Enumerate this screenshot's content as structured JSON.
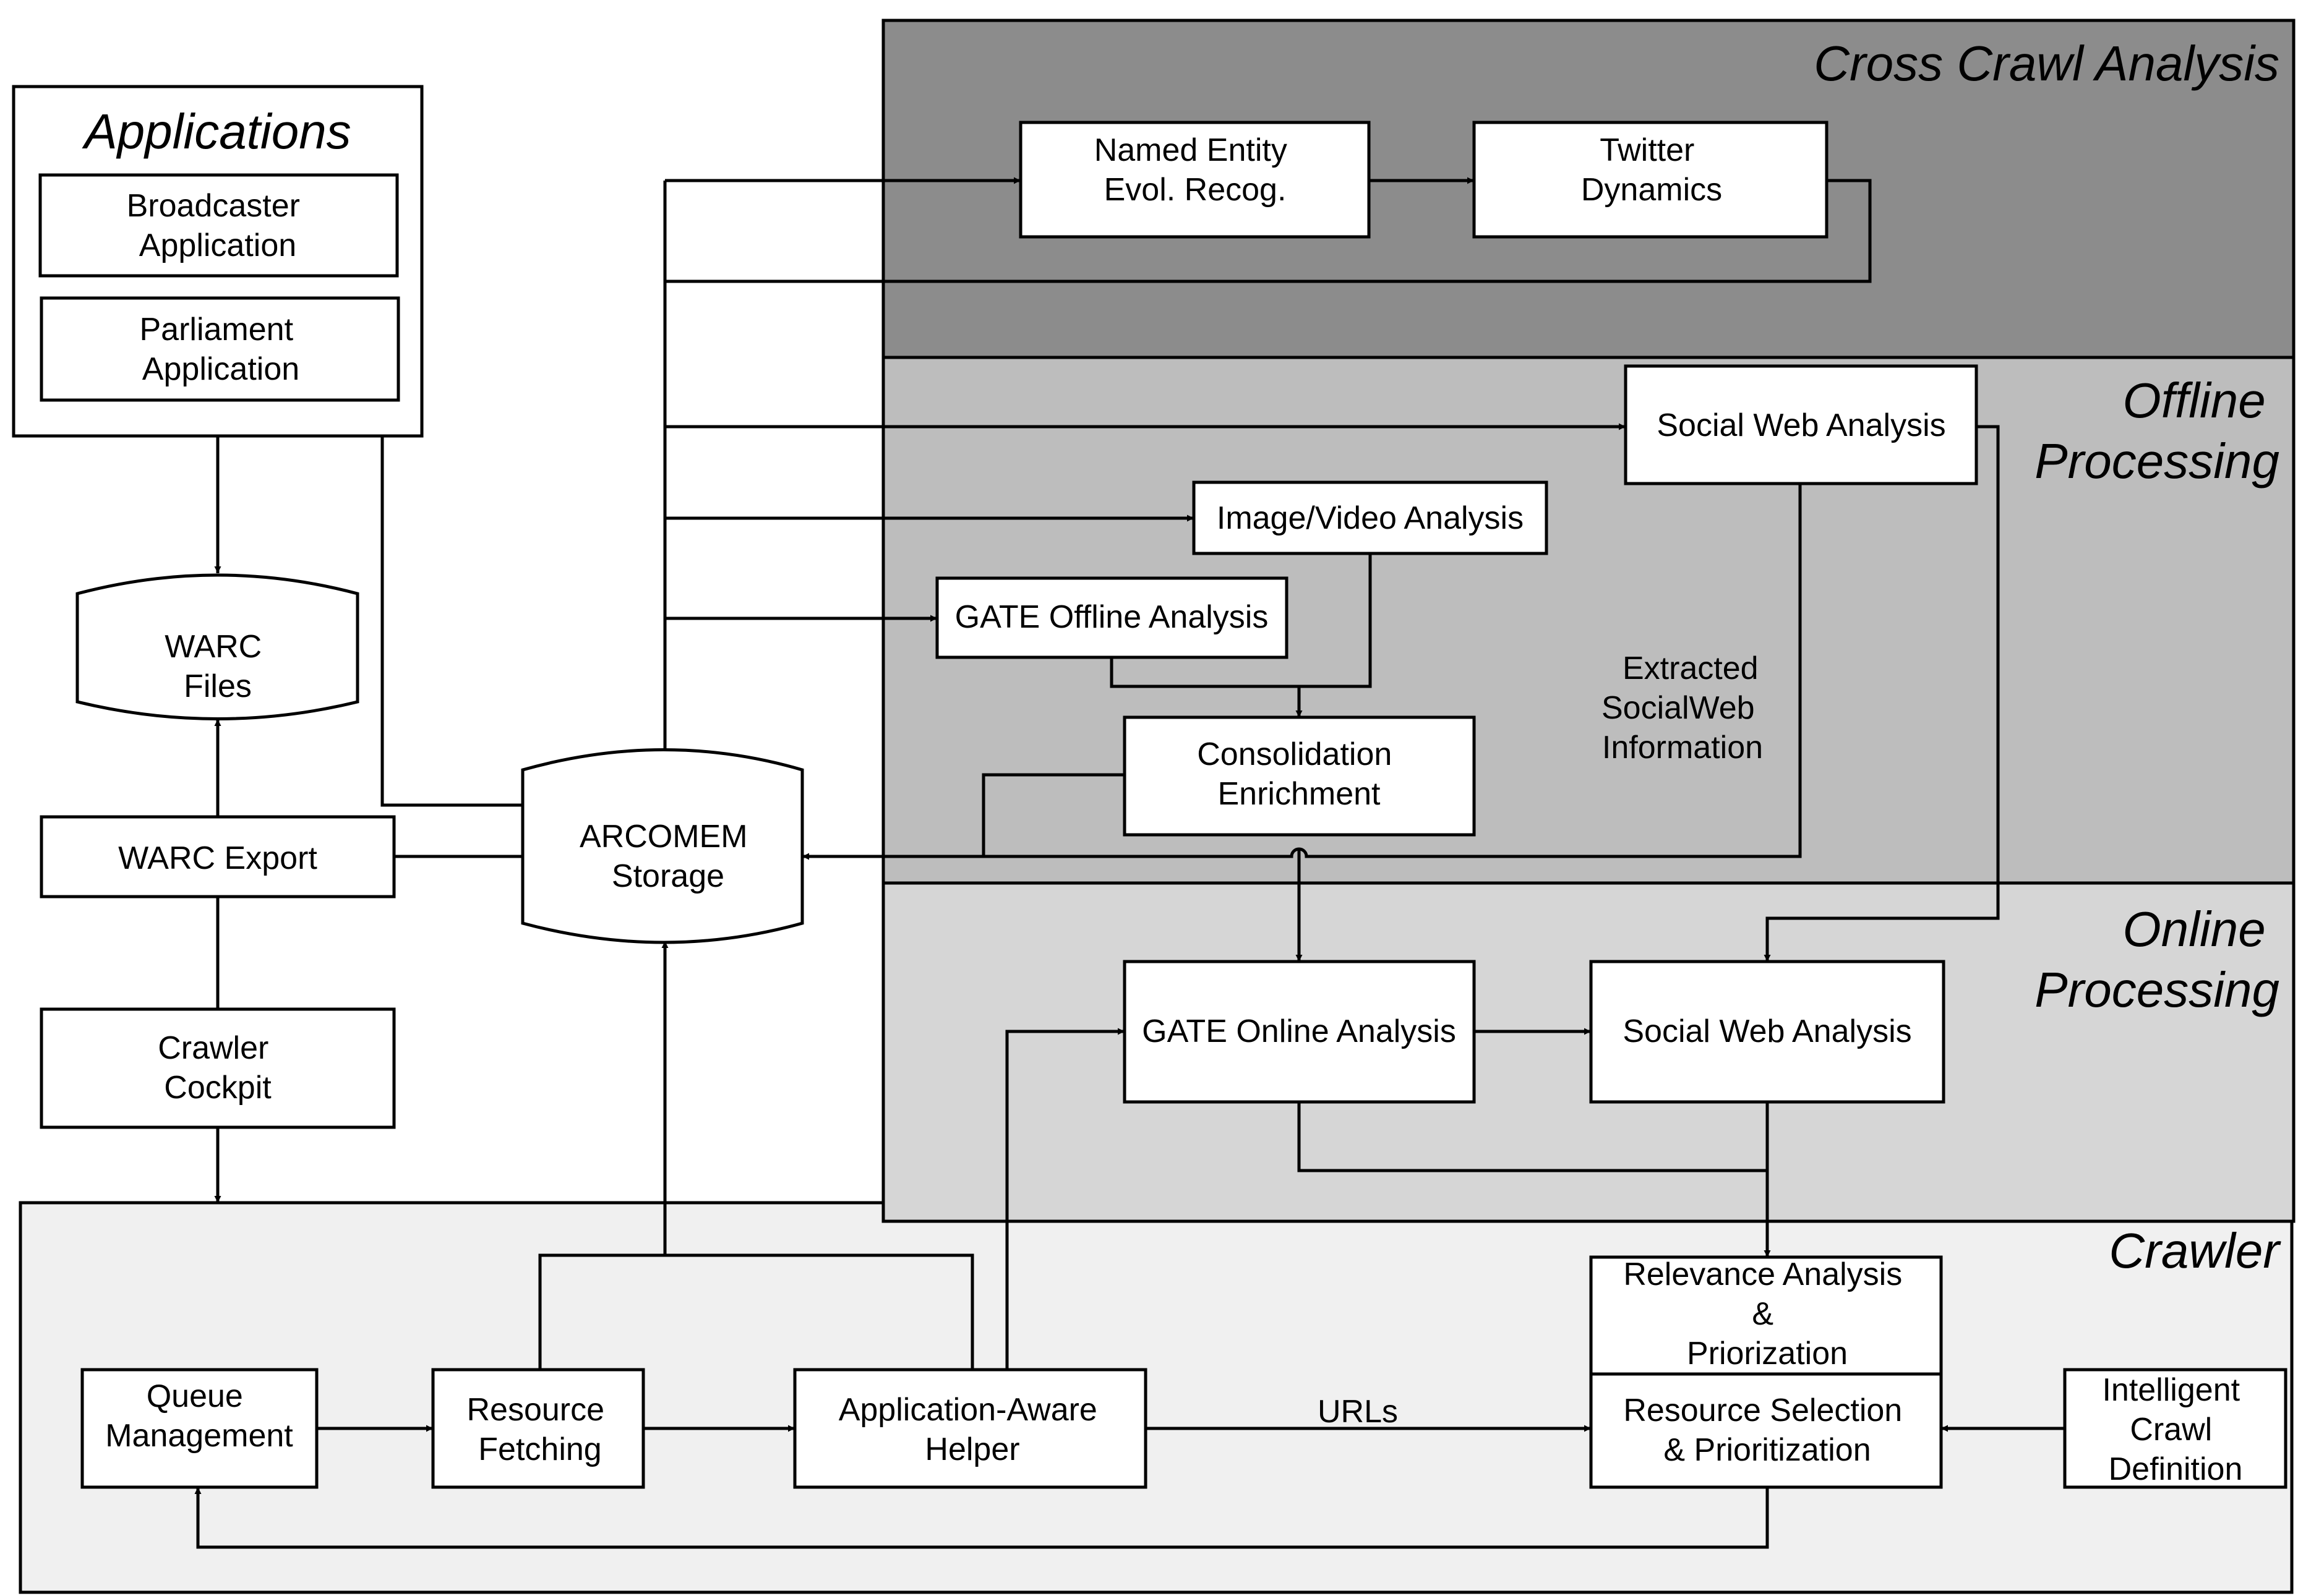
{
  "regions": {
    "cross_crawl": {
      "title": "Cross Crawl Analysis",
      "fill": "#8c8c8c"
    },
    "offline": {
      "title": [
        "Offline",
        "Processing"
      ],
      "fill": "#bdbdbd"
    },
    "online": {
      "title": [
        "Online",
        "Processing"
      ],
      "fill": "#d6d6d6"
    },
    "crawler": {
      "title": "Crawler",
      "fill": "#f0f0f0"
    }
  },
  "applications": {
    "title": "Applications",
    "broadcaster": [
      "Broadcaster",
      "Application"
    ],
    "parliament": [
      "Parliament",
      "Application"
    ]
  },
  "storage": {
    "warc_files": [
      "WARC",
      "Files"
    ],
    "arcomem": [
      "ARCOMEM",
      "Storage"
    ]
  },
  "left_column": {
    "warc_export": "WARC Export",
    "crawler_cockpit": [
      "Crawler",
      "Cockpit"
    ]
  },
  "cross_crawl_modules": {
    "named_entity": [
      "Named Entity",
      "Evol. Recog."
    ],
    "twitter": [
      "Twitter",
      "Dynamics"
    ]
  },
  "offline_modules": {
    "social_web": "Social Web Analysis",
    "image_video": "Image/Video Analysis",
    "gate_offline": "GATE Offline Analysis",
    "consolidation": [
      "Consolidation",
      "Enrichment"
    ],
    "extracted": [
      "Extracted",
      "SocialWeb",
      "Information"
    ]
  },
  "online_modules": {
    "gate_online": "GATE Online Analysis",
    "social_web": "Social Web Analysis"
  },
  "crawler_modules": {
    "queue": [
      "Queue",
      "Management"
    ],
    "fetching": [
      "Resource",
      "Fetching"
    ],
    "helper": [
      "Application-Aware",
      "Helper"
    ],
    "urls_label": "URLs",
    "relevance": [
      "Relevance Analysis",
      "&",
      "Priorization"
    ],
    "selection": [
      "Resource Selection",
      "& Prioritization"
    ],
    "intelligent": [
      "Intelligent",
      "Crawl",
      "Definition"
    ]
  }
}
